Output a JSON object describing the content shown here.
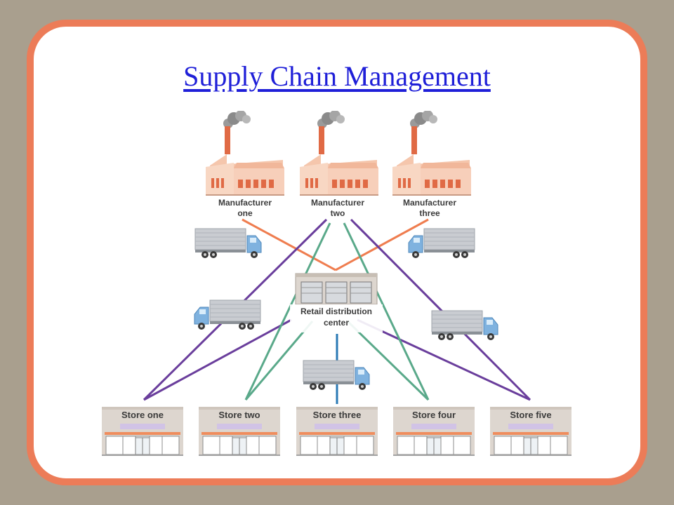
{
  "slide": {
    "title": "Supply Chain Management"
  },
  "manufacturers": [
    {
      "line1": "Manufacturer",
      "line2": "one"
    },
    {
      "line1": "Manufacturer",
      "line2": "two"
    },
    {
      "line1": "Manufacturer",
      "line2": "three"
    }
  ],
  "distribution_center": {
    "line1": "Retail distribution",
    "line2": "center"
  },
  "stores": [
    {
      "label": "Store one"
    },
    {
      "label": "Store two"
    },
    {
      "label": "Store three"
    },
    {
      "label": "Store four"
    },
    {
      "label": "Store five"
    }
  ],
  "colors": {
    "background": "#a99f8e",
    "frame": "#ec7c58",
    "title": "#1f1fd8",
    "route_orange": "#ef7d4f",
    "route_purple": "#6a3e9c",
    "route_green": "#5aa98a",
    "route_blue": "#2a79b5"
  }
}
